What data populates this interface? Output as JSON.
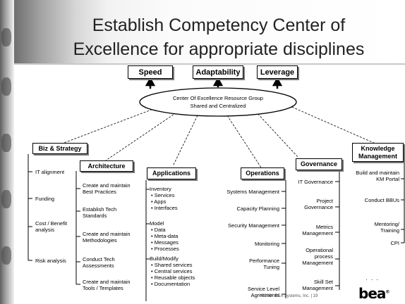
{
  "title": {
    "line1": "Establish Competency Center of",
    "line2": "Excellence for appropriate disciplines"
  },
  "top_boxes": [
    "Speed",
    "Adaptability",
    "Leverage"
  ],
  "center": {
    "line1": "Center Of Excellence Resource Group",
    "line2": "Shared and Centralized"
  },
  "categories": {
    "biz": {
      "title": "Biz & Strategy",
      "items": [
        "IT alignment",
        "Funding",
        "Cost / Benefit\nanalysis",
        "Risk analysis"
      ]
    },
    "arch": {
      "title": "Architecture",
      "items": [
        "Create and maintain\nBest Practices",
        "Establish Tech\nStandards",
        "Create and maintain\nMethodologies",
        "Conduct Tech\nAssessments",
        "Create and maintain\nTools / Templates"
      ]
    },
    "apps": {
      "title": "Applications",
      "items": [
        "Inventory",
        "• Services",
        "• Apps",
        "• Interfaces",
        "Model",
        "• Data",
        "• Meta-data",
        "• Messages",
        "• Processes",
        "Build/Modify",
        "• Shared services",
        "• Central services",
        "• Reusable objects",
        "• Documentation"
      ]
    },
    "ops": {
      "title": "Operations",
      "items": [
        "Systems Management",
        "Capacity Planning",
        "Security Management",
        "Monitoring",
        "Performance\nTuning",
        "Service Level\nAgreements"
      ]
    },
    "gov": {
      "title": "Governance",
      "items": [
        "IT Governance",
        "Project\nGovernance",
        "Metrics\nManagement",
        "Operational\nprocess\nManagement",
        "Skill Set\nManagement"
      ]
    },
    "km": {
      "title": "Knowledge\nManagement",
      "items": [
        "Build and maintain\nKM Portal",
        "Conduct BBUs",
        "Mentoring/\nTraining",
        "CPI"
      ]
    }
  },
  "footer": "©2004 BEA Systems, Inc.  |  19",
  "logo": "bea",
  "logo_mark": "®"
}
